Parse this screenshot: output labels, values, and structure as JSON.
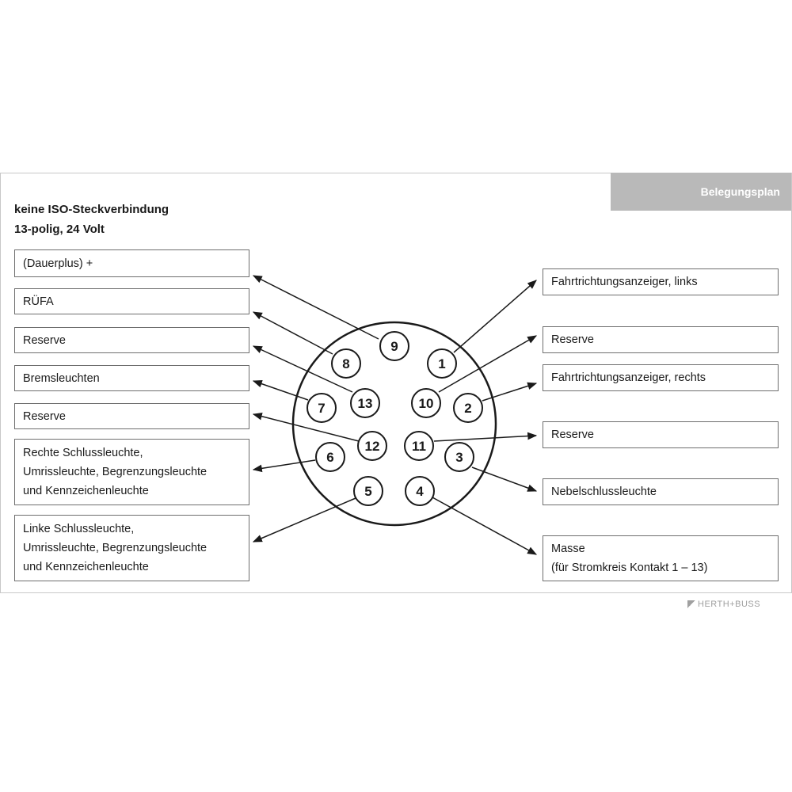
{
  "header": {
    "tab_label": "Belegungsplan"
  },
  "title": {
    "line1": "keine ISO-Steckverbindung",
    "line2": "13-polig, 24 Volt"
  },
  "left_labels": [
    {
      "lines": [
        "(Dauerplus) +"
      ]
    },
    {
      "lines": [
        "RÜFA"
      ]
    },
    {
      "lines": [
        "Reserve"
      ]
    },
    {
      "lines": [
        "Bremsleuchten"
      ]
    },
    {
      "lines": [
        "Reserve"
      ]
    },
    {
      "lines": [
        "Rechte Schlussleuchte,",
        "Umrissleuchte, Begrenzungsleuchte",
        "und Kennzeichenleuchte"
      ]
    },
    {
      "lines": [
        "Linke Schlussleuchte,",
        "Umrissleuchte, Begrenzungsleuchte",
        "und Kennzeichenleuchte"
      ]
    }
  ],
  "right_labels": [
    {
      "lines": [
        "Fahrtrichtungsanzeiger, links"
      ]
    },
    {
      "lines": [
        "Reserve"
      ]
    },
    {
      "lines": [
        "Fahrtrichtungsanzeiger, rechts"
      ]
    },
    {
      "lines": [
        "Reserve"
      ]
    },
    {
      "lines": [
        "Nebelschlussleuchte"
      ]
    },
    {
      "lines": [
        "Masse",
        "(für Stromkreis Kontakt 1 – 13)"
      ]
    }
  ],
  "pins": [
    "1",
    "2",
    "3",
    "4",
    "5",
    "6",
    "7",
    "8",
    "9",
    "10",
    "11",
    "12",
    "13"
  ],
  "brand": {
    "text": "HERTH+BUSS"
  }
}
